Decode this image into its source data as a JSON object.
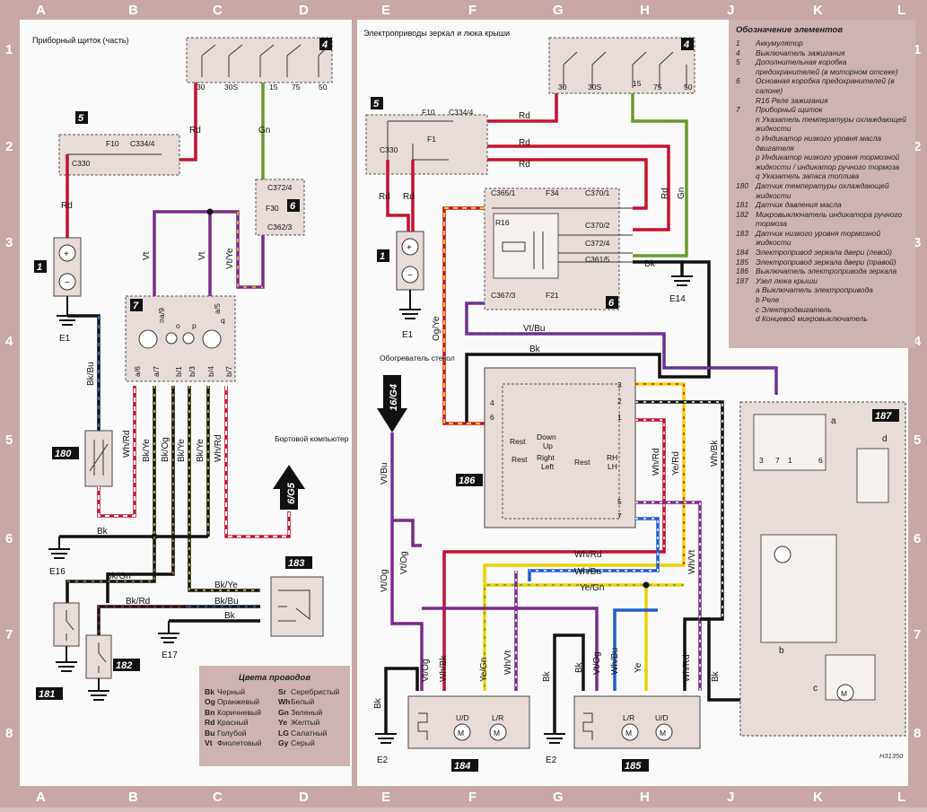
{
  "grid": {
    "columns": [
      "A",
      "B",
      "C",
      "D",
      "E",
      "F",
      "G",
      "H",
      "J",
      "K",
      "L"
    ],
    "rows": [
      "1",
      "2",
      "3",
      "4",
      "5",
      "6",
      "7",
      "8"
    ]
  },
  "left_title": "Приборный щиток (часть)",
  "right_title": "Электроприводы зеркал и люка крыши",
  "components": {
    "c1": "1",
    "c4": "4",
    "c5": "5",
    "c6": "6",
    "c7": "7",
    "c180": "180",
    "c181": "181",
    "c182": "182",
    "c183": "183",
    "c184": "184",
    "c185": "185",
    "c186": "186",
    "c187": "187"
  },
  "grounds": {
    "e1": "E1",
    "e2": "E2",
    "e14": "E14",
    "e16": "E16",
    "e17": "E17"
  },
  "fuses": {
    "f10": "F10",
    "f1": "F1",
    "f34": "F34",
    "f21": "F21",
    "f30": "F30",
    "r16": "R16"
  },
  "connectors": {
    "c330": "C330",
    "c334_4": "C334/4",
    "c372_4": "C372/4",
    "c362_3": "C362/3",
    "c365_1": "C365/1",
    "c370_1": "C370/1",
    "c370_2": "C370/2",
    "c361_5": "C361/5",
    "c367_3": "C367/3"
  },
  "terminals": {
    "t30": "30",
    "t30s": "30S",
    "t15": "15",
    "t75": "75",
    "t50": "50"
  },
  "wires": {
    "rd": "Rd",
    "gn": "Gn",
    "vt": "Vt",
    "vtye": "Vt/Ye",
    "bk": "Bk",
    "bkbu": "Bk/Bu",
    "whrd": "Wh/Rd",
    "bkye": "Bk/Ye",
    "bkog": "Bk/Og",
    "bkgn": "Bk/Gn",
    "bkrd": "Bk/Rd",
    "ogye": "Og/Ye",
    "vtbu": "Vt/Bu",
    "vtog": "Vt/Og",
    "whbk": "Wh/Bk",
    "yerd": "Ye/Rd",
    "whbu": "Wh/Bu",
    "yegn": "Ye/Gn",
    "whvt": "Wh/Vt",
    "ye": "Ye"
  },
  "pins": {
    "a9": "a/9",
    "a6": "a/6",
    "a7": "a/7",
    "b1": "b/1",
    "b3": "b/3",
    "a5": "a/5",
    "b4": "b/4",
    "b7": "b/7"
  },
  "gauges": {
    "n": "n",
    "o": "o",
    "p": "p",
    "q": "q"
  },
  "board_computer": "Бортовой компьютер",
  "ref_6g5": "6/G5",
  "ref_16g4": "16/G4",
  "defroster": "Обогреватель стекол",
  "switch186": {
    "rest": "Rest",
    "down": "Down",
    "up": "Up",
    "right": "Right",
    "left": "Left",
    "rh": "RH",
    "lh": "LH"
  },
  "motors": {
    "ud": "U/D",
    "lr": "L/R",
    "m": "M"
  },
  "legend": {
    "title": "Обозначение элементов",
    "items": [
      {
        "n": "1",
        "t": "Аккумулятор"
      },
      {
        "n": "4",
        "t": "Выключатель зажигания"
      },
      {
        "n": "5",
        "t": "Дополнительная коробка предохранителей (в моторном отсеке)"
      },
      {
        "n": "6",
        "t": "Основная коробка предохранителей (в салоне)"
      },
      {
        "n": "",
        "t": "R16 Реле зажигания"
      },
      {
        "n": "7",
        "t": "Приборный щиток"
      },
      {
        "n": "",
        "t": "n Указатель температуры охлаждающей жидкости"
      },
      {
        "n": "",
        "t": "o Индикатор низкого уровня масла двигателя"
      },
      {
        "n": "",
        "t": "p Индикатор низкого уровня тормозной жидкости / индикатор ручного тормоза"
      },
      {
        "n": "",
        "t": "q Указатель запаса топлива"
      },
      {
        "n": "180",
        "t": "Датчик температуры охлаждающей жидкости"
      },
      {
        "n": "181",
        "t": "Датчик давления масла"
      },
      {
        "n": "182",
        "t": "Микровыключатель индикатора ручного тормоза"
      },
      {
        "n": "183",
        "t": "Датчик низкого уровня тормозной жидкости"
      },
      {
        "n": "184",
        "t": "Электропривод зеркала двери (левой)"
      },
      {
        "n": "185",
        "t": "Электропривод зеркала двери (правой)"
      },
      {
        "n": "186",
        "t": "Выключатель электропривода зеркала"
      },
      {
        "n": "187",
        "t": "Узел люка крыши"
      },
      {
        "n": "",
        "t": "a Выключатель электропривода"
      },
      {
        "n": "",
        "t": "b Реле"
      },
      {
        "n": "",
        "t": "c Электродвигатель"
      },
      {
        "n": "",
        "t": "d Концевой микровыключатель"
      }
    ]
  },
  "wire_colors": {
    "title": "Цвета проводов",
    "rows": [
      [
        "Bk",
        "Черный",
        "Sr",
        "Серебристый"
      ],
      [
        "Og",
        "Оранжевый",
        "Wh",
        "Белый"
      ],
      [
        "Bn",
        "Коричневый",
        "Gn",
        "Зеленый"
      ],
      [
        "Rd",
        "Красный",
        "Ye",
        "Желтый"
      ],
      [
        "Bu",
        "Голубой",
        "LG",
        "Салатный"
      ],
      [
        "Vt",
        "Фиолетовый",
        "Gy",
        "Серый"
      ]
    ]
  },
  "sub187": {
    "a": "a",
    "b": "b",
    "c": "c",
    "d": "d"
  },
  "stamp": "H31350",
  "colors": {
    "frame": "#c9a7a7",
    "panel": "#fbfafa",
    "red": "#c8102e",
    "green": "#6a9a2a",
    "violet": "#7a2a8a",
    "yellow": "#f0d000",
    "blue": "#1f5fd0",
    "black": "#111111"
  }
}
